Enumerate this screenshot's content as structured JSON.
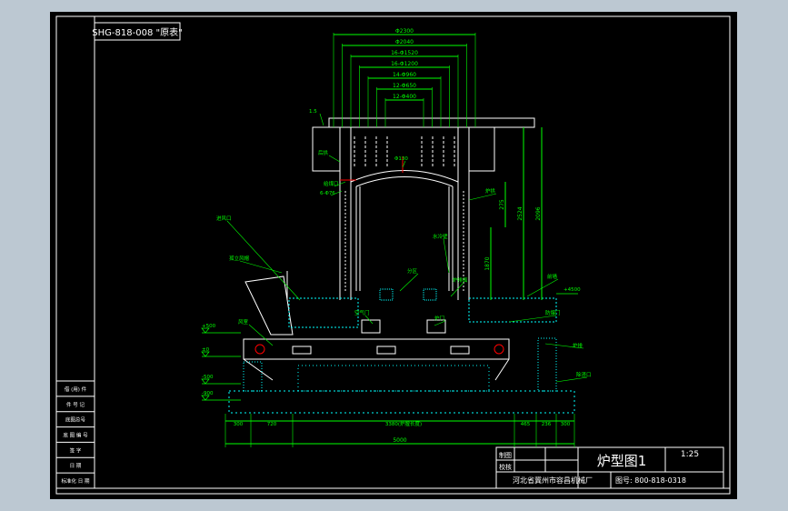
{
  "colors": {
    "viewport_bg": "#bcc8d2",
    "paper": "#000000",
    "border": "#ffffff",
    "structure": "#ffffff",
    "dimension": "#00ff00",
    "annotation": "#00ff00",
    "hatch": "#00ffff",
    "accent": "#ff0000",
    "aux": "#ff00ff"
  },
  "drawing": {
    "corner_tag": "SHG-818-008 \"原表\"",
    "title": "炉型图1",
    "scale": "1:25",
    "drawing_no": "图号: 800-818-0318",
    "company": "河北省冀州市容昌机械厂",
    "title_block_labels": [
      "制图",
      "校核"
    ]
  },
  "left_stamp_rows": [
    "借 (用) 件",
    "件 号 记",
    "底图总号",
    "底 图 编 号",
    "签 字",
    "日 期",
    "标准化 日 期"
  ],
  "dims_top": [
    "Φ2300",
    "Φ2040",
    "16-Φ1520",
    "16-Φ1200",
    "14-Φ960",
    "12-Φ650",
    "12-Φ400"
  ],
  "dims_right": [
    "2096",
    "2524",
    "275",
    "1870"
  ],
  "dims_bottom": [
    "300",
    "720",
    "3380(炉膛长度)",
    "465",
    "236",
    "300"
  ],
  "dim_total": "5000",
  "level_marks": [
    "+500",
    "±0",
    "-500",
    "-900"
  ],
  "annotations": [
    "风室",
    "进风口",
    "孤立风帽",
    "炉排",
    "空气门",
    "炉门",
    "分区",
    "水冷壁",
    "防爆门",
    "炉拱",
    "除渣口",
    "给煤口",
    "前墙",
    "后拱",
    "1.5",
    "Φ130",
    "6-Φ76",
    "炉排面"
  ],
  "level_right": "+4500"
}
